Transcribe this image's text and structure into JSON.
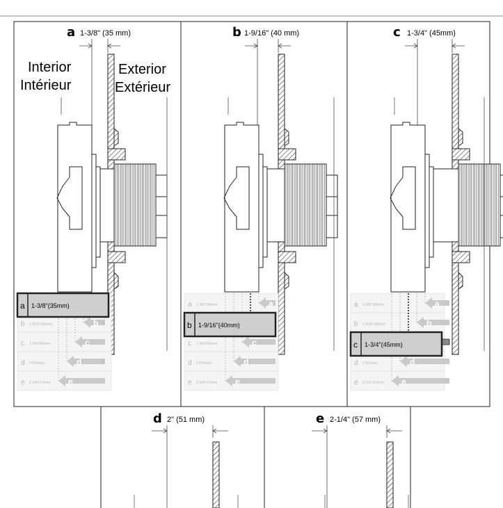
{
  "labels": {
    "interior_en": "Interior",
    "interior_fr": "Intérieur",
    "exterior_en": "Exterior",
    "exterior_fr": "Extérieur"
  },
  "top_panels": [
    {
      "letter": "a",
      "caption": "1-3/8\" (35 mm)",
      "selected_index": 0
    },
    {
      "letter": "b",
      "caption": "1-9/16\" (40 mm)",
      "selected_index": 1
    },
    {
      "letter": "c",
      "caption": "1-3/4\" (45mm)",
      "selected_index": 2
    }
  ],
  "bottom_panels": [
    {
      "letter": "d",
      "caption": "2\" (51 mm)"
    },
    {
      "letter": "e",
      "caption": "2-1/4\" (57 mm)"
    }
  ],
  "thickness_table": [
    {
      "letter": "a",
      "value": "1-3/8\"(35mm)"
    },
    {
      "letter": "b",
      "value": "1-9/16\"(40mm)"
    },
    {
      "letter": "c",
      "value": "1-3/4\"(45mm)"
    },
    {
      "letter": "d",
      "value": "2\"(51mm)"
    },
    {
      "letter": "e",
      "value": "2-1/4\"(57mm)"
    }
  ],
  "colors": {
    "line": "#222222",
    "selected_fill": "#cfcfcf",
    "arrow_selected": "#8a8a8a",
    "faded": "#c9c9c9",
    "faded_text": "#b5b5b5"
  }
}
